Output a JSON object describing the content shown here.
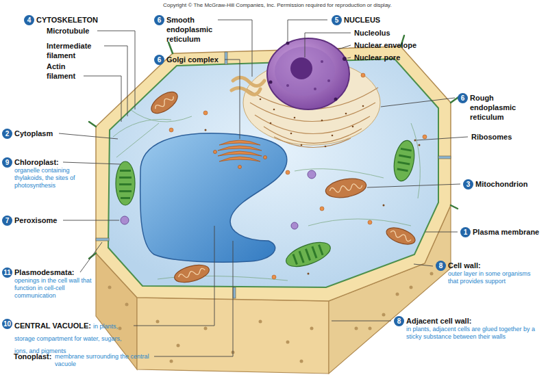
{
  "diagram": {
    "nodes": [
      {
        "text": [
          "4",
          "CYTOSKELETON"
        ]
      },
      {
        "text": [
          "6",
          "Smooth endoplasmic reticulum"
        ]
      },
      {
        "text": [
          "5",
          "NUCLEUS"
        ]
      },
      {
        "text": [
          "6",
          "Golgi complex"
        ]
      },
      {
        "text": [
          "6",
          "Rough endoplasmic reticulum"
        ]
      },
      {
        "text": [
          "2",
          "Cytoplasm"
        ]
      },
      {
        "text": [
          "9",
          "Chloroplast:",
          "organelle containing thylakoids, the sites of photosynthesis"
        ]
      },
      {
        "text": [
          "3",
          "Mitochondrion"
        ]
      },
      {
        "text": [
          "7",
          "Peroxisome"
        ]
      },
      {
        "text": [
          "1",
          "Plasma membrane"
        ]
      },
      {
        "text": [
          "11",
          "Plasmodesmata:",
          "openings in the cell wall that function in cell-cell communication"
        ]
      },
      {
        "text": [
          "8",
          "Cell wall:",
          "outer layer in some organisms that provides support"
        ]
      },
      {
        "text": [
          "10",
          "CENTRAL VACUOLE:",
          "in plants, storage compartment for water, sugars, ions, and pigments"
        ]
      },
      {
        "text": [
          "8",
          "Adjacent cell wall:",
          "in plants, adjacent cells are glued together by a sticky substance between their walls"
        ]
      }
    ],
    "labels": [
      "Copyright © The McGraw-Hill Companies, Inc. Permission required for reproduction or display.",
      "Microtubule",
      "Intermediate filament",
      "Actin filament",
      "Nucleolus",
      "Nuclear envelope",
      "Nuclear pore",
      "Ribosomes",
      "Tonoplast:",
      "membrane surrounding the central vacuole"
    ]
  }
}
